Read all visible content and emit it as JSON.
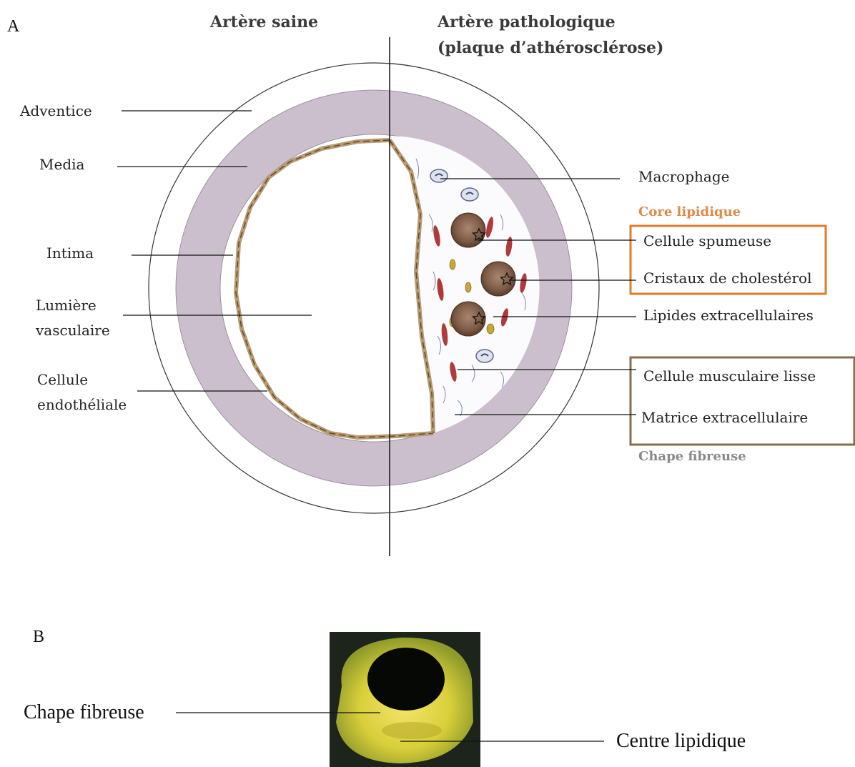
{
  "panel_a": {
    "panel_letter": "A",
    "heading_left": "Artère saine",
    "heading_right_line1": "Artère pathologique",
    "heading_right_line2": "(plaque d’athérosclérose)",
    "labels": {
      "adventice": "Adventice",
      "media": "Media",
      "intima": "Intima",
      "lumiere_line1": "Lumière",
      "lumiere_line2": "vasculaire",
      "cellule_endo_line1": "Cellule",
      "cellule_endo_line2": "endothéliale",
      "macrophage": "Macrophage",
      "core_lipidique": "Core lipidique",
      "cellule_spumeuse": "Cellule spumeuse",
      "cristaux": "Cristaux de cholestérol",
      "lipides_extra": "Lipides extracellulaires",
      "cellule_musculaire": "Cellule musculaire lisse",
      "matrice": "Matrice extracellulaire",
      "chape_fibreuse": "Chape fibreuse"
    },
    "colors": {
      "media": "#cbbfcd",
      "core_box": "#e07b2a",
      "core_title": "#e08a4a",
      "chape_box": "#8a6b4a",
      "chape_title": "#8a8a8a",
      "foam_cell": "#8c6a55",
      "smooth_muscle": "#b03a3a",
      "endothelial": "#b89a70"
    }
  },
  "panel_b": {
    "panel_letter": "B",
    "label_chape": "Chape fibreuse",
    "label_centre": "Centre lipidique",
    "colors": {
      "tissue": "#d9d23a",
      "background": "#1c241c"
    }
  }
}
